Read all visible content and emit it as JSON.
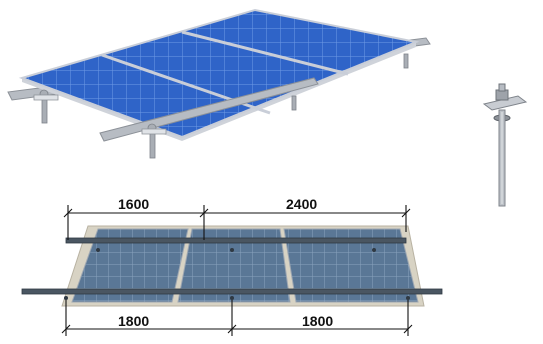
{
  "figure": {
    "top_left_dimension": "1600",
    "top_right_dimension": "2400",
    "bottom_left_dimension": "1800",
    "bottom_right_dimension": "1800"
  },
  "colors": {
    "panel_blue": "#2f64c8",
    "panel_blue_dark": "#1f4a9c",
    "panel_frame": "#c9ced8",
    "panel_gray_blue": "#4f6f90",
    "rail_gray": "#aeb3ba",
    "dim_line": "#111111"
  },
  "icons": [
    "solar-panel-array-3d",
    "mounting-bolt-clamp",
    "solar-panel-array-top-view"
  ]
}
